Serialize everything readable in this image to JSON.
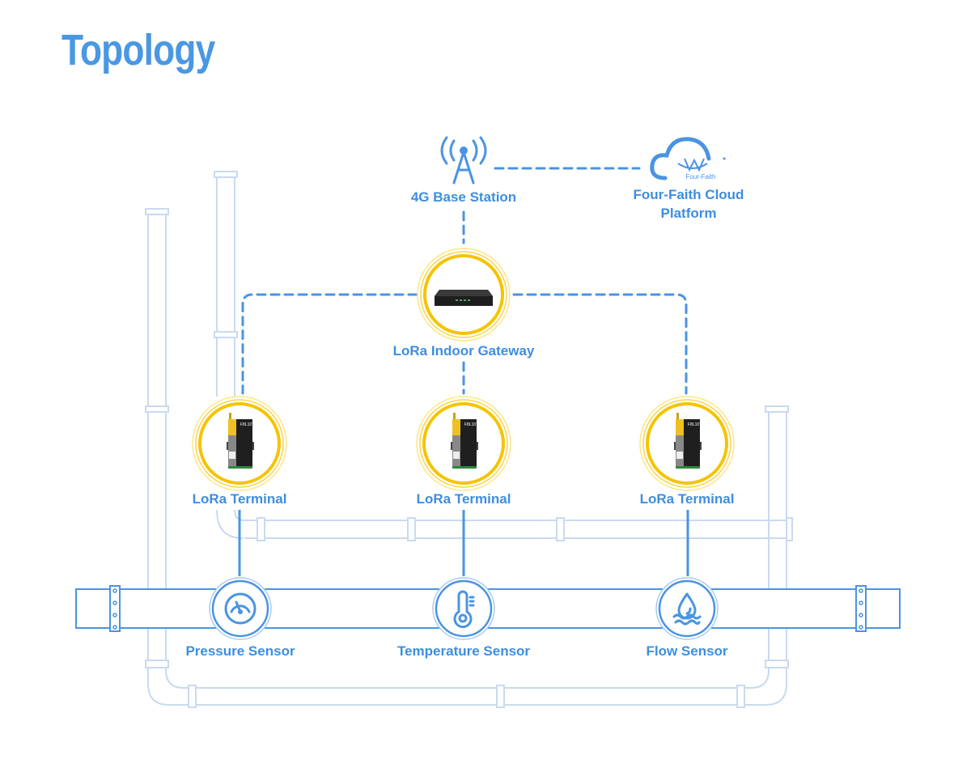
{
  "page": {
    "title": "Topology"
  },
  "colors": {
    "title": "#4a97e3",
    "label": "#3d8ee0",
    "connector": "#4a94e2",
    "ring": "#f5c400",
    "background_pipe": "#c9daf0"
  },
  "nodes": {
    "base_station": {
      "label": "4G Base Station",
      "icon": "cell-tower-icon"
    },
    "cloud": {
      "label_line1": "Four-Faith Cloud",
      "label_line2": "Platform",
      "logo_text": "Four-Faith",
      "icon": "cloud-logo-icon"
    },
    "gateway": {
      "label": "LoRa Indoor Gateway",
      "icon": "gateway-device-icon"
    },
    "terminals": [
      {
        "label": "LoRa Terminal",
        "device_text": "F8L10T",
        "icon": "terminal-device-icon"
      },
      {
        "label": "LoRa Terminal",
        "device_text": "F8L10T",
        "icon": "terminal-device-icon"
      },
      {
        "label": "LoRa Terminal",
        "device_text": "F8L10T",
        "icon": "terminal-device-icon"
      }
    ],
    "sensors": [
      {
        "label": "Pressure Sensor",
        "icon": "pressure-gauge-icon"
      },
      {
        "label": "Temperature Sensor",
        "icon": "thermometer-icon"
      },
      {
        "label": "Flow Sensor",
        "icon": "water-drop-icon"
      }
    ]
  },
  "connections": [
    {
      "from": "4G Base Station",
      "to": "Four-Faith Cloud Platform",
      "style": "dashed"
    },
    {
      "from": "4G Base Station",
      "to": "LoRa Indoor Gateway",
      "style": "dashed"
    },
    {
      "from": "LoRa Indoor Gateway",
      "to": "LoRa Terminal (left)",
      "style": "dashed"
    },
    {
      "from": "LoRa Indoor Gateway",
      "to": "LoRa Terminal (center)",
      "style": "dashed"
    },
    {
      "from": "LoRa Indoor Gateway",
      "to": "LoRa Terminal (right)",
      "style": "dashed"
    },
    {
      "from": "LoRa Terminal (left)",
      "to": "Pressure Sensor",
      "style": "solid"
    },
    {
      "from": "LoRa Terminal (center)",
      "to": "Temperature Sensor",
      "style": "solid"
    },
    {
      "from": "LoRa Terminal (right)",
      "to": "Flow Sensor",
      "style": "solid"
    }
  ]
}
